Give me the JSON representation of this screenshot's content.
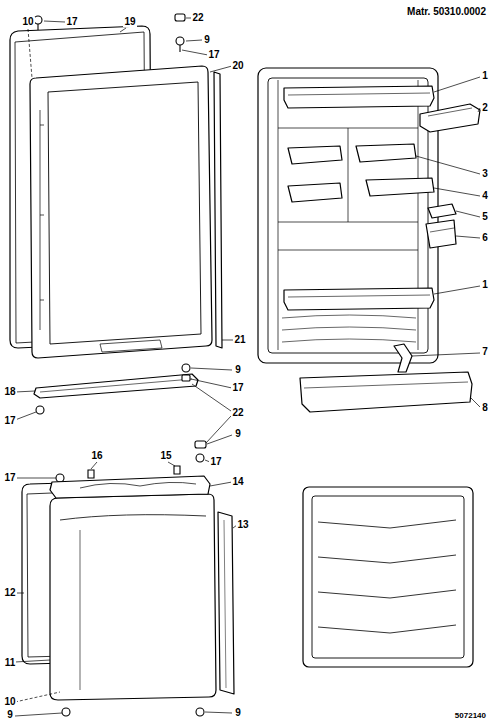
{
  "diagram": {
    "labels": [
      "Matr. 50310.0002",
      "10",
      "17",
      "19",
      "22",
      "9",
      "17",
      "20",
      "1",
      "2",
      "3",
      "4",
      "5",
      "6",
      "1",
      "21",
      "7",
      "9",
      "17",
      "18",
      "8",
      "22",
      "17",
      "9",
      "16",
      "15",
      "17",
      "17",
      "14",
      "13",
      "12",
      "11",
      "10",
      "9",
      "9",
      "5072140"
    ]
  }
}
